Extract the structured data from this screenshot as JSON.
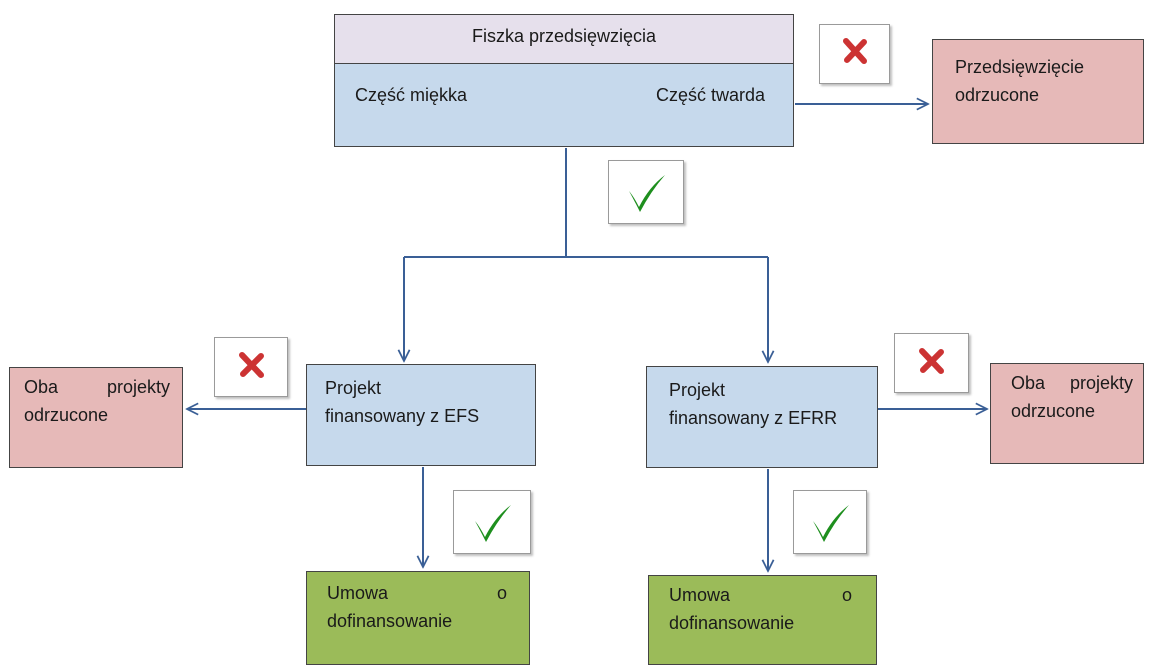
{
  "main_card": {
    "title": "Fiszka przedsięwzięcia",
    "soft_part": "Część miękka",
    "hard_part": "Część twarda"
  },
  "rejected_top": {
    "line1": "Przedsięwzięcie",
    "line2": "odrzucone"
  },
  "efs_project": {
    "line1": "Projekt",
    "line2": "finansowany z EFS"
  },
  "efrr_project": {
    "line1": "Projekt",
    "line2": "finansowany z EFRR"
  },
  "rejected_left": {
    "word1": "Oba",
    "word2": "projekty",
    "line2": "odrzucone"
  },
  "rejected_right": {
    "word1": "Oba",
    "word2": "projekty",
    "line2": "odrzucone"
  },
  "agreement_left": {
    "word1": "Umowa",
    "word2": "o",
    "line2": "dofinansowanie"
  },
  "agreement_right": {
    "word1": "Umowa",
    "word2": "o",
    "line2": "dofinansowanie"
  },
  "colors": {
    "arrow": "#3a5f96",
    "check": "#1e8f1e",
    "cross": "#cc3333",
    "blue_box": "#c6d9ec",
    "lavender_box": "#e6e0ec",
    "pink_box": "#e6b9b8",
    "green_box": "#9bbb59"
  },
  "icons": {
    "approve": "check-icon",
    "reject": "cross-icon"
  }
}
